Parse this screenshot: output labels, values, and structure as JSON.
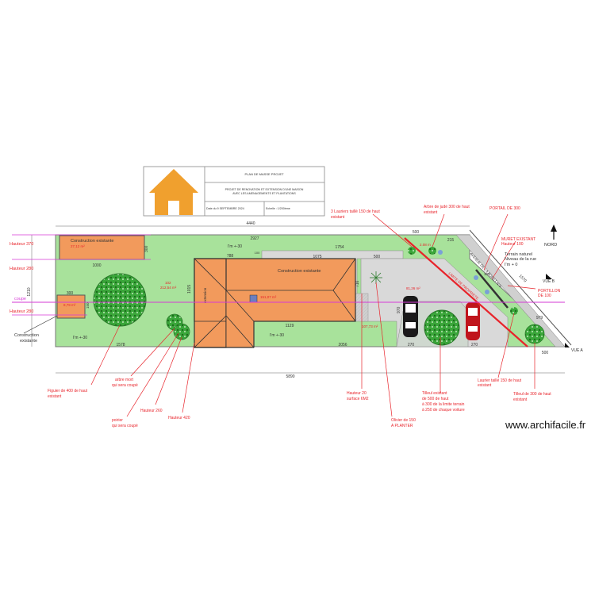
{
  "title_block": {
    "title": "PLAN DE MASSE PROJET",
    "project_line1": "PROJET DE RENOVATION ET EXTENSION D'UNE MAISON",
    "project_line2": "AVEC LES AMENAGEMENTS ET PLANTATIONS",
    "date": "Date du 9 SEPTEMBRE 2024",
    "scale": "Echelle : 1/200ème",
    "logo_colors": {
      "roof": "#f0a02e",
      "wall": "#f0a02e"
    }
  },
  "dimensions": {
    "overall_top": "4440",
    "overall_bottom": "5890",
    "d2927": "2927",
    "d1754": "1754",
    "d500_top": "500",
    "d215": "215",
    "d788": "788",
    "d1075": "1075",
    "d500_mid": "500",
    "d100": "100",
    "d300_v": "300",
    "d1000": "1000",
    "d1210": "1210",
    "d1015": "1015",
    "d300_h": "300",
    "d150": "150",
    "d1578": "1578",
    "d1129": "1129",
    "d2056": "2056",
    "d716": "716",
    "d970": "970",
    "d270a": "270",
    "d270b": "270",
    "d979": "979",
    "d500_right": "500",
    "d1570": "1570",
    "d100b": "100",
    "d2_08": "2.08 m",
    "d102": "102"
  },
  "areas": {
    "existing_top_label": "Construction existante",
    "existing_top_area": "27,12 m²",
    "main_house_label": "Construction existante",
    "main_house_area": "151,07 m²",
    "small_existing_area": "8,79 m²",
    "garden_area": "212,54 m²",
    "extension_label": "extension",
    "paved_area": "81,26 m²",
    "driveway_area": "107,73 m²",
    "level_top": "I'm +-30",
    "level_left": "I'm +-30",
    "level_mid": "I'm +-30",
    "level_right": "I'm + 0"
  },
  "annotations": {
    "hauteur370": "Hauteur 370",
    "hauteur280": "Hauteur 280",
    "coupe": "coupe",
    "hauteur280b": "Hauteur 280",
    "construction_existante": "Construction",
    "construction_existante2": "existante",
    "figuier_1": "Figuier de 400 de haut",
    "figuier_2": "existant",
    "arbre_mort_1": "arbre mort",
    "arbre_mort_2": "qui sera coupé",
    "poirier_1": "poirier",
    "poirier_2": "qui sera coupé",
    "hauteur260": "Hauteur 260",
    "hauteur420": "Hauteur 420",
    "hauteur20_1": "Hauteur 20",
    "hauteur20_2": "surface 6M2",
    "olivier_1": "Olivier de 150",
    "olivier_2": "A PLANTER",
    "tilleul_1": "Tilleul existant",
    "tilleul_2": "de 500 de haut",
    "tilleul_3": "à 300 de la limite terrain",
    "tilleul_4": "à 250 de chaque voiture",
    "laurier_1": "Laurier taillé 150 de haut",
    "laurier_2": "existant",
    "tilleul300_1": "Tilleul de 300 de haut",
    "tilleul300_2": "existant",
    "lauriers3_1": "3 Lauriers taillé 150 de haut",
    "lauriers3_2": "existant",
    "arbre_judee_1": "Arbre de judé 300 de haut",
    "arbre_judee_2": "existant",
    "portail": "PORTAIL DE 300",
    "muret_1": "MURET EXISTANT",
    "muret_2": "Hauteur 100",
    "terrain_1": "Terrain naturel",
    "terrain_2": "Niveau de la rue",
    "nord": "NORD",
    "vue_b": "VUE B",
    "vue_a": "VUE A",
    "portillon_1": "PORTILLON",
    "portillon_2": "DE 100",
    "street": "AVENUE DE LA FORET N°6",
    "limite": "LIMITE DE PROPRIETE"
  },
  "watermark": "www.archifacile.fr",
  "colors": {
    "lawn": "#a8e29b",
    "building": "#f29a5c",
    "paving": "#d9d9d9",
    "red": "#e8242b",
    "magenta": "#d63ad6"
  }
}
